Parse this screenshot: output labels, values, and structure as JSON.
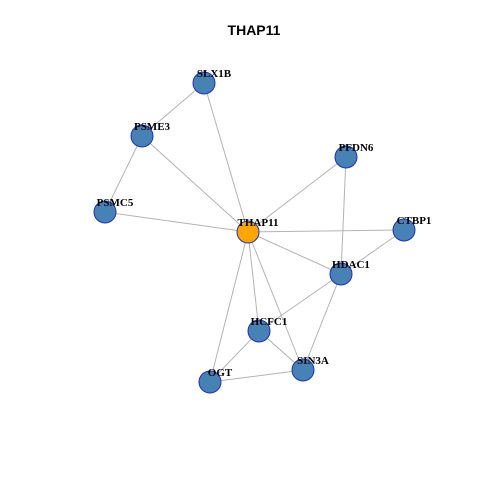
{
  "title": "THAP11",
  "colors": {
    "node_fill": "#4682B4",
    "node_stroke": "#1F2FBF",
    "center_fill": "#FFA500",
    "center_stroke": "#1F2FBF",
    "edge": "#B3B3B3"
  },
  "nodes": [
    {
      "id": "THAP11",
      "label": "THAP11",
      "center": true
    },
    {
      "id": "SLX1B",
      "label": "SLX1B"
    },
    {
      "id": "PSME3",
      "label": "PSME3"
    },
    {
      "id": "PFDN6",
      "label": "PFDN6"
    },
    {
      "id": "PSMC5",
      "label": "PSMC5"
    },
    {
      "id": "CTBP1",
      "label": "CTBP1"
    },
    {
      "id": "HDAC1",
      "label": "HDAC1"
    },
    {
      "id": "HCFC1",
      "label": "HCFC1"
    },
    {
      "id": "SIN3A",
      "label": "SIN3A"
    },
    {
      "id": "OGT",
      "label": "OGT"
    }
  ],
  "edges": [
    [
      "SLX1B",
      "PSME3"
    ],
    [
      "SLX1B",
      "THAP11"
    ],
    [
      "PSME3",
      "PSMC5"
    ],
    [
      "PSME3",
      "THAP11"
    ],
    [
      "PSMC5",
      "THAP11"
    ],
    [
      "PFDN6",
      "THAP11"
    ],
    [
      "PFDN6",
      "HDAC1"
    ],
    [
      "THAP11",
      "CTBP1"
    ],
    [
      "THAP11",
      "HDAC1"
    ],
    [
      "THAP11",
      "HCFC1"
    ],
    [
      "THAP11",
      "SIN3A"
    ],
    [
      "THAP11",
      "OGT"
    ],
    [
      "CTBP1",
      "HDAC1"
    ],
    [
      "HDAC1",
      "HCFC1"
    ],
    [
      "HDAC1",
      "SIN3A"
    ],
    [
      "HCFC1",
      "SIN3A"
    ],
    [
      "HCFC1",
      "OGT"
    ],
    [
      "OGT",
      "SIN3A"
    ]
  ]
}
